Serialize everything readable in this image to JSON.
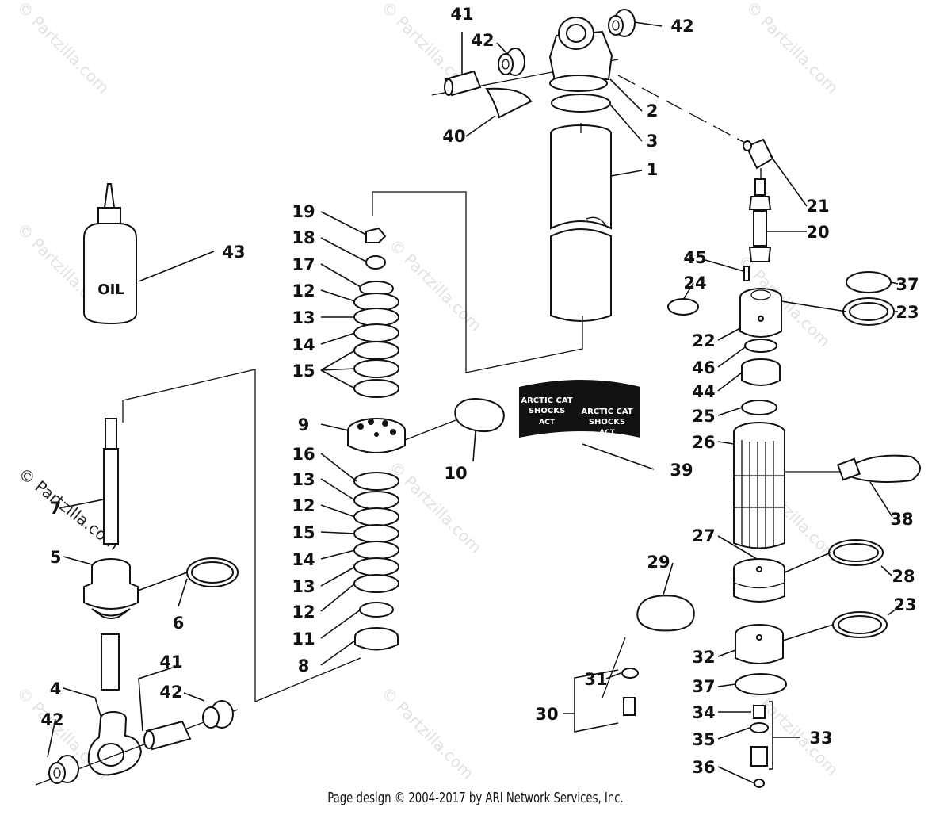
{
  "footer": "Page design © 2004-2017 by ARI Network Services, Inc.",
  "oil_label": "OIL",
  "watermark": "© Partzilla.com",
  "sticker": {
    "left": [
      "ARCTIC CAT",
      "SHOCKS",
      "ACT"
    ],
    "right": [
      "ARCTIC CAT",
      "SHOCKS",
      "ACT"
    ]
  },
  "parts": [
    {
      "id": "p41a",
      "num": "41"
    },
    {
      "id": "p42a",
      "num": "42"
    },
    {
      "id": "p42b",
      "num": "42"
    },
    {
      "id": "p2",
      "num": "2"
    },
    {
      "id": "p3",
      "num": "3"
    },
    {
      "id": "p40",
      "num": "40"
    },
    {
      "id": "p1",
      "num": "1"
    },
    {
      "id": "p21",
      "num": "21"
    },
    {
      "id": "p20",
      "num": "20"
    },
    {
      "id": "p45",
      "num": "45"
    },
    {
      "id": "p24",
      "num": "24"
    },
    {
      "id": "p37a",
      "num": "37"
    },
    {
      "id": "p23a",
      "num": "23"
    },
    {
      "id": "p22",
      "num": "22"
    },
    {
      "id": "p46",
      "num": "46"
    },
    {
      "id": "p44",
      "num": "44"
    },
    {
      "id": "p25",
      "num": "25"
    },
    {
      "id": "p26",
      "num": "26"
    },
    {
      "id": "p38",
      "num": "38"
    },
    {
      "id": "p27",
      "num": "27"
    },
    {
      "id": "p28",
      "num": "28"
    },
    {
      "id": "p29",
      "num": "29"
    },
    {
      "id": "p23b",
      "num": "23"
    },
    {
      "id": "p32",
      "num": "32"
    },
    {
      "id": "p31",
      "num": "31"
    },
    {
      "id": "p37b",
      "num": "37"
    },
    {
      "id": "p30",
      "num": "30"
    },
    {
      "id": "p34",
      "num": "34"
    },
    {
      "id": "p33",
      "num": "33"
    },
    {
      "id": "p35",
      "num": "35"
    },
    {
      "id": "p36",
      "num": "36"
    },
    {
      "id": "p39",
      "num": "39"
    },
    {
      "id": "p10",
      "num": "10"
    },
    {
      "id": "p43",
      "num": "43"
    },
    {
      "id": "p19",
      "num": "19"
    },
    {
      "id": "p18",
      "num": "18"
    },
    {
      "id": "p17",
      "num": "17"
    },
    {
      "id": "p12a",
      "num": "12"
    },
    {
      "id": "p13a",
      "num": "13"
    },
    {
      "id": "p14a",
      "num": "14"
    },
    {
      "id": "p15a",
      "num": "15"
    },
    {
      "id": "p9",
      "num": "9"
    },
    {
      "id": "p16",
      "num": "16"
    },
    {
      "id": "p13b",
      "num": "13"
    },
    {
      "id": "p12b",
      "num": "12"
    },
    {
      "id": "p15b",
      "num": "15"
    },
    {
      "id": "p14b",
      "num": "14"
    },
    {
      "id": "p13c",
      "num": "13"
    },
    {
      "id": "p12c",
      "num": "12"
    },
    {
      "id": "p11",
      "num": "11"
    },
    {
      "id": "p8",
      "num": "8"
    },
    {
      "id": "p7",
      "num": "7"
    },
    {
      "id": "p5",
      "num": "5"
    },
    {
      "id": "p6",
      "num": "6"
    },
    {
      "id": "p4",
      "num": "4"
    },
    {
      "id": "p41b",
      "num": "41"
    },
    {
      "id": "p42c",
      "num": "42"
    },
    {
      "id": "p42d",
      "num": "42"
    }
  ]
}
